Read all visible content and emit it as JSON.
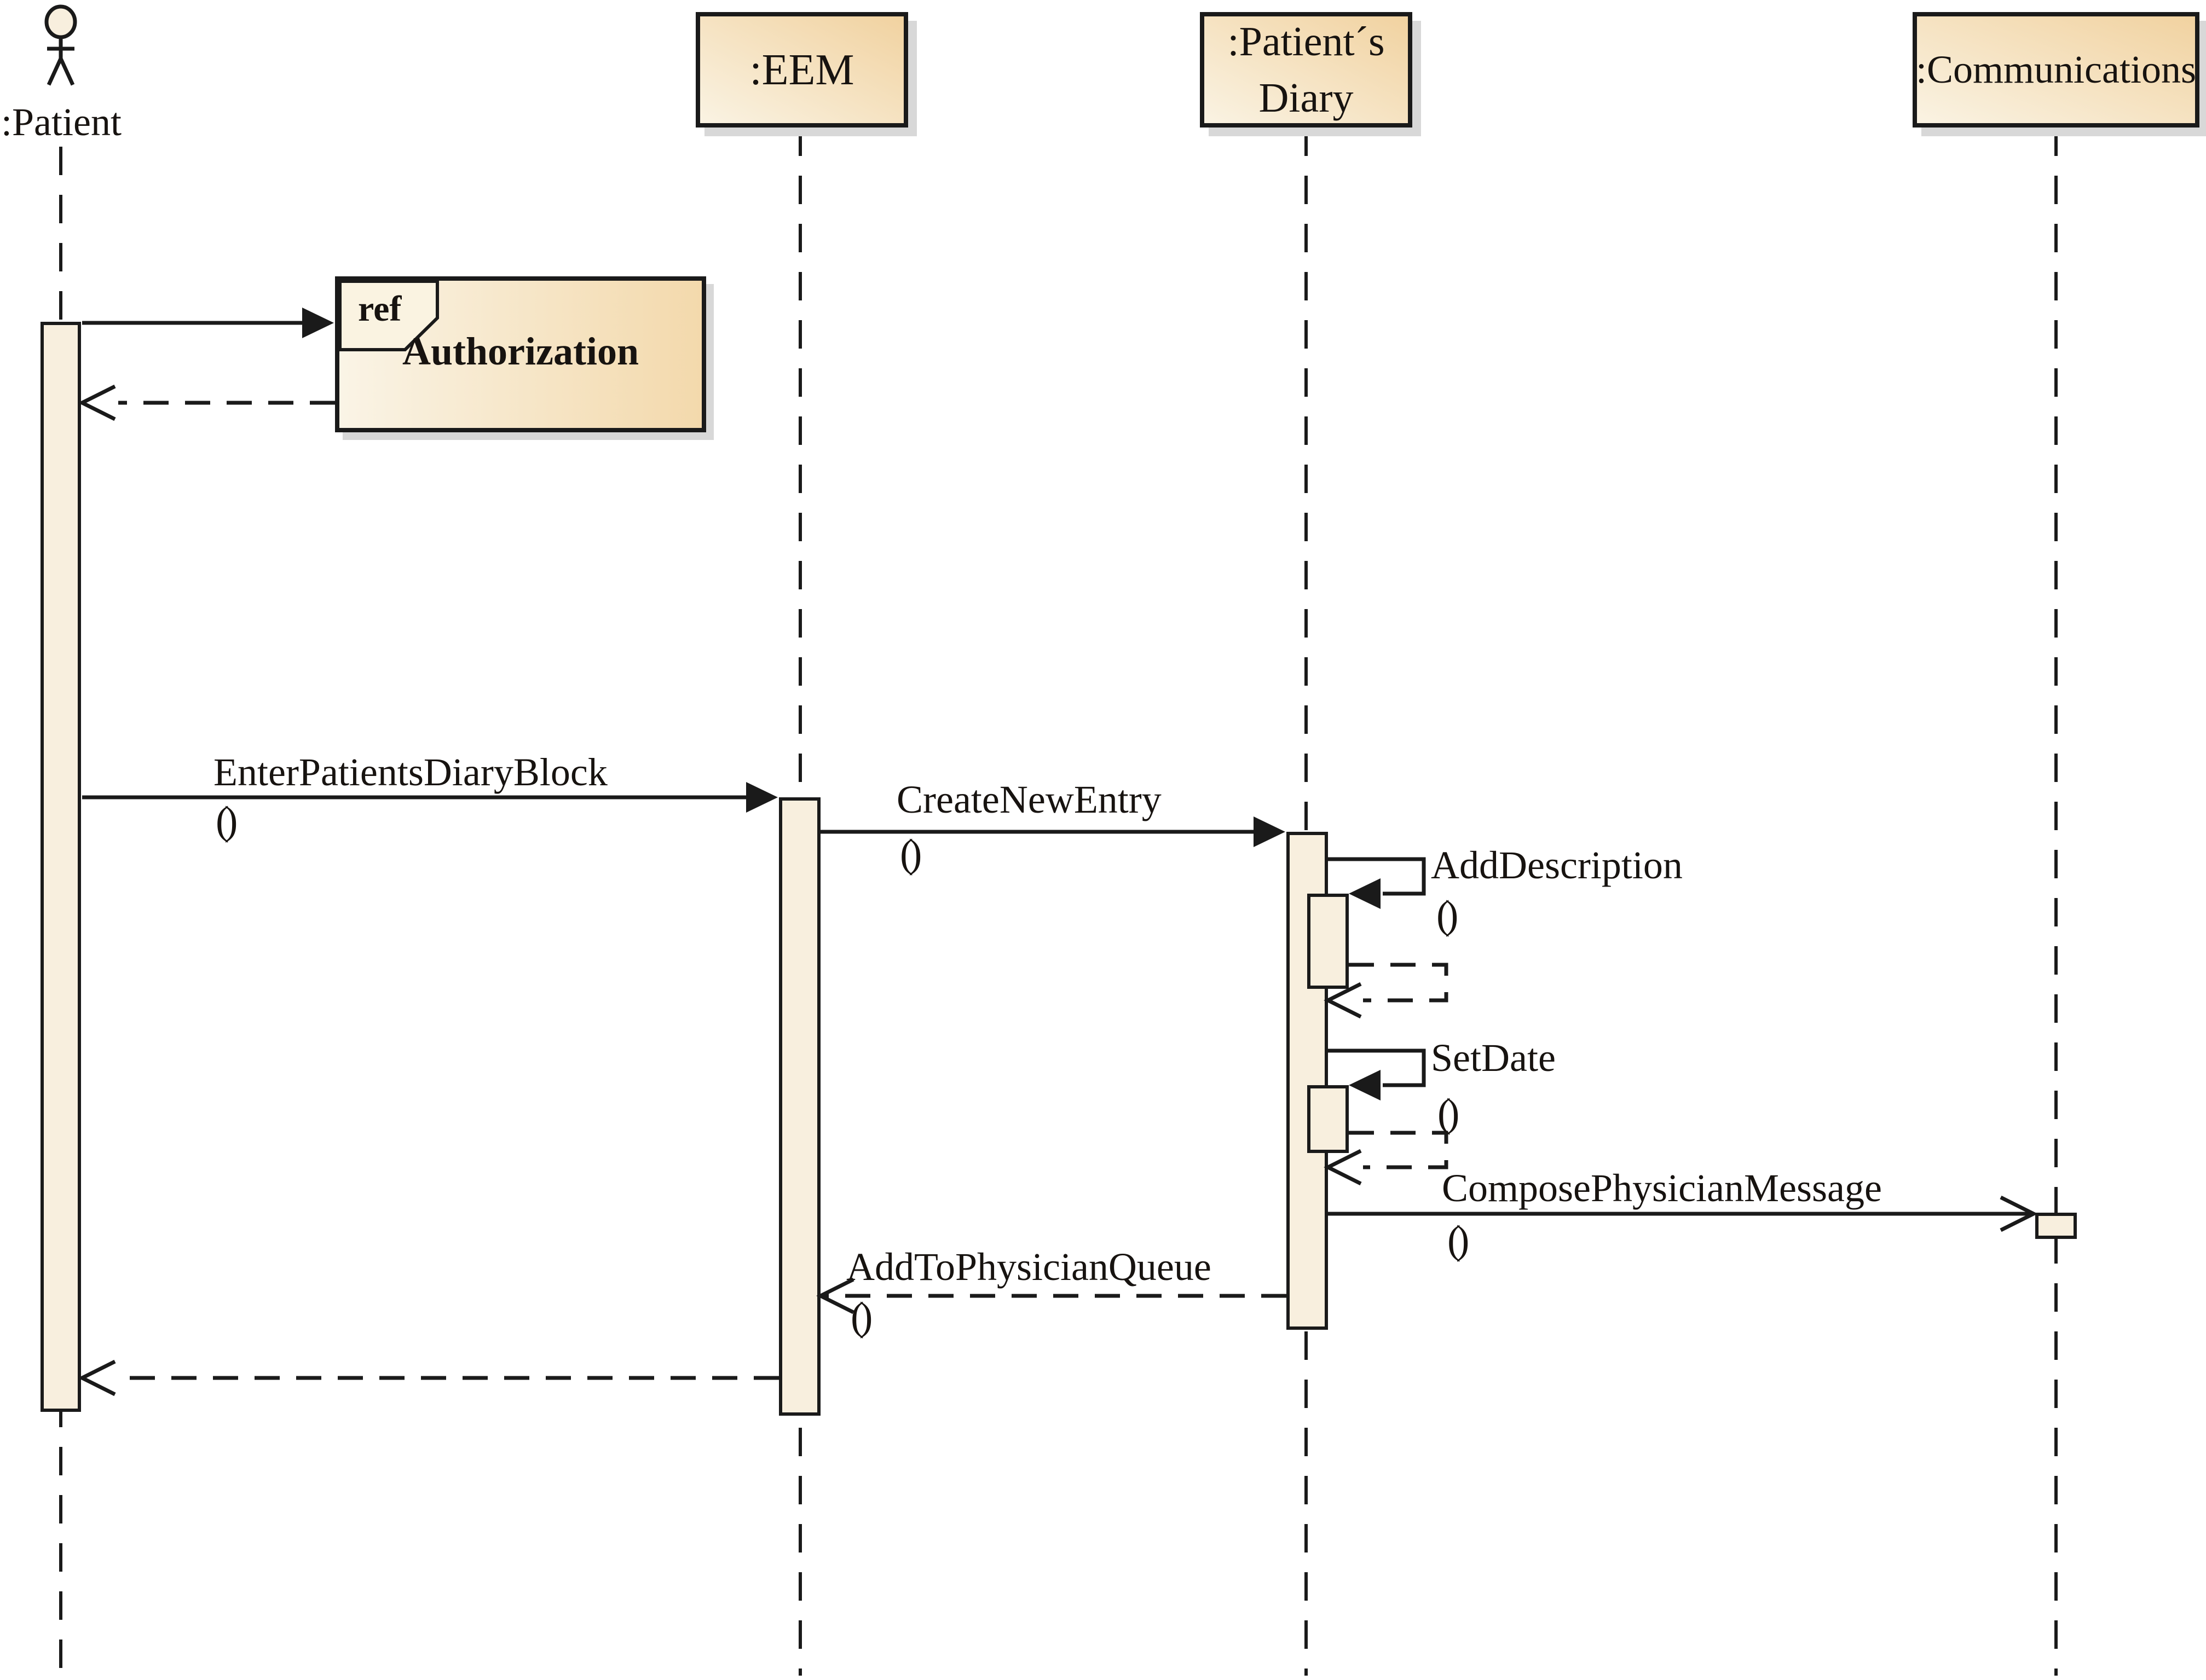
{
  "seq": {
    "title": "Patient diary entry sequence diagram",
    "participants": [
      {
        "id": "patient",
        "kind": "actor",
        "label": ":Patient"
      },
      {
        "id": "eem",
        "kind": "object",
        "label": ":EEM"
      },
      {
        "id": "patients-diary",
        "kind": "object",
        "label": ":Patient´s\nDiary"
      },
      {
        "id": "communications",
        "kind": "object",
        "label": ":Communications"
      }
    ],
    "ref_fragment": {
      "operator": "ref",
      "name": "Authorization"
    },
    "messages": [
      {
        "label": "EnterPatientsDiaryBlock",
        "args": "()",
        "from": ":Patient",
        "to": ":EEM",
        "kind": "sync-call"
      },
      {
        "label": "CreateNewEntry",
        "args": "()",
        "from": ":EEM",
        "to": ":Patient´s Diary",
        "kind": "sync-call"
      },
      {
        "label": "AddDescription",
        "args": "()",
        "from": ":Patient´s Diary",
        "to": ":Patient´s Diary",
        "kind": "self-call"
      },
      {
        "label": "SetDate",
        "args": "()",
        "from": ":Patient´s Diary",
        "to": ":Patient´s Diary",
        "kind": "self-call"
      },
      {
        "label": "ComposePhysicianMessage",
        "args": "()",
        "from": ":Patient´s Diary",
        "to": ":Communications",
        "kind": "async-call"
      },
      {
        "label": "AddToPhysicianQueue",
        "args": "()",
        "from": ":Patient´s Diary",
        "to": ":EEM",
        "kind": "return-message"
      }
    ],
    "returns": [
      {
        "from": "Authorization ref",
        "to": ":Patient",
        "kind": "dashed-return"
      },
      {
        "from": ":Patient´s Diary",
        "to": ":Patient´s Diary",
        "kind": "dashed-return"
      },
      {
        "from": ":Patient´s Diary",
        "to": ":Patient´s Diary",
        "kind": "dashed-return"
      },
      {
        "from": ":EEM",
        "to": ":Patient",
        "kind": "dashed-return"
      }
    ],
    "colors": {
      "background": "#ffffff",
      "line": "#1a1a1a",
      "box_gradient_light": "#faf3e3",
      "box_gradient_dark": "#f1d2a0",
      "activation_fill": "#f8efde",
      "shadow": "#d8d8d8"
    }
  }
}
